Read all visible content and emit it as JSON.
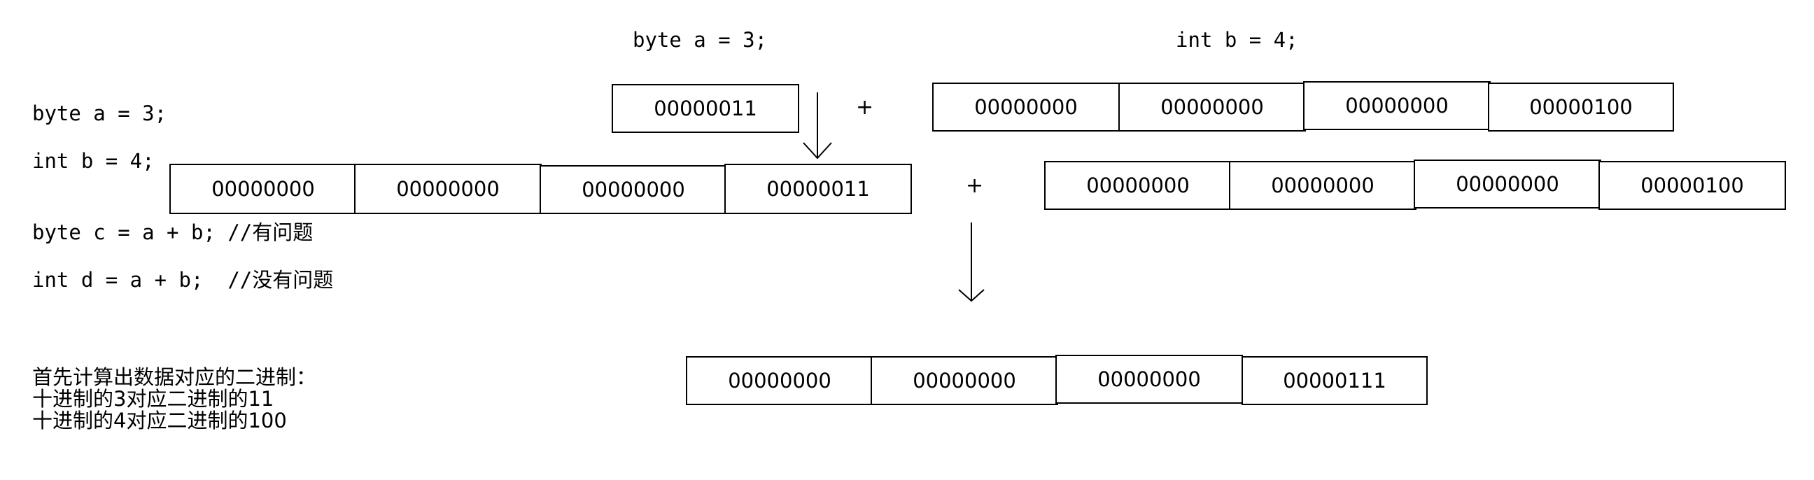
{
  "top_labels": {
    "a_decl": "byte a = 3;",
    "b_decl": "int b = 4;"
  },
  "code": {
    "line1": "byte a = 3;",
    "line2": "int b = 4;",
    "line3": "byte c = a + b; //有问题",
    "line4": "int d = a + b;  //没有问题"
  },
  "notes": {
    "line1": "首先计算出数据对应的二进制：",
    "line2": "十进制的3对应二进制的11",
    "line3": "十进制的4对应二进制的100"
  },
  "a_byte": "00000011",
  "b_int": [
    "00000000",
    "00000000",
    "00000000",
    "00000100"
  ],
  "a_promoted": [
    "00000000",
    "00000000",
    "00000000",
    "00000011"
  ],
  "b_int_second": [
    "00000000",
    "00000000",
    "00000000",
    "00000100"
  ],
  "result": [
    "00000000",
    "00000000",
    "00000000",
    "00000111"
  ],
  "operators": {
    "plus_top": "+",
    "plus_mid": "+"
  }
}
